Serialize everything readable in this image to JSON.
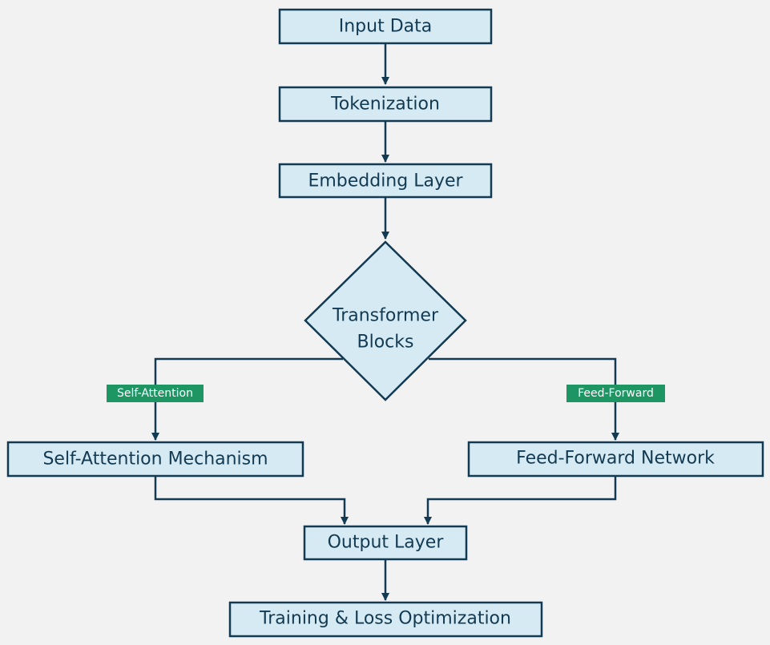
{
  "colors": {
    "background": "#f2f2f2",
    "node_fill": "#d6eaf3",
    "node_stroke": "#123a52",
    "node_text": "#123a52",
    "edge": "#123a52",
    "label_fill": "#1e9664",
    "label_text": "#ffffff"
  },
  "nodes": {
    "input_data": "Input Data",
    "tokenization": "Tokenization",
    "embedding_layer": "Embedding Layer",
    "transformer_blocks": {
      "line1": "Transformer",
      "line2": "Blocks"
    },
    "self_attention_mechanism": "Self-Attention Mechanism",
    "feed_forward_network": "Feed-Forward Network",
    "output_layer": "Output Layer",
    "training_loss_optimization": "Training & Loss Optimization"
  },
  "edge_labels": {
    "self_attention": "Self-Attention",
    "feed_forward": "Feed-Forward"
  }
}
